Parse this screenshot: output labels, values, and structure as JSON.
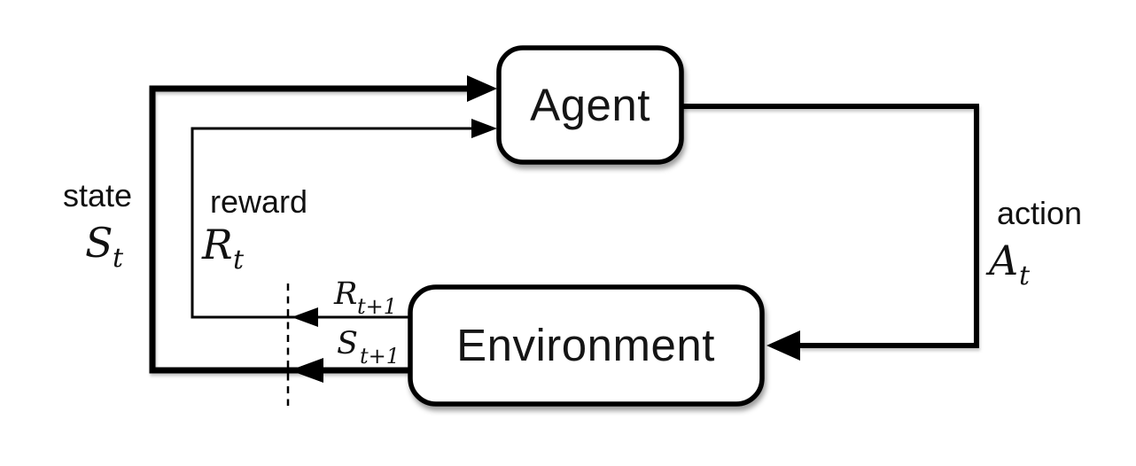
{
  "diagram": {
    "name": "agent-environment-interaction",
    "background_color": "#ffffff",
    "stroke_color": "#000000",
    "box_fill_color": "#ffffff",
    "nodes": {
      "agent": {
        "label": "Agent"
      },
      "environment": {
        "label": "Environment"
      }
    },
    "edges": {
      "state": {
        "word": "state",
        "symbol": "S",
        "subscript": "t"
      },
      "reward": {
        "word": "reward",
        "symbol": "R",
        "subscript": "t"
      },
      "action": {
        "word": "action",
        "symbol": "A",
        "subscript": "t"
      },
      "next_reward": {
        "symbol": "R",
        "subscript": "t+1"
      },
      "next_state": {
        "symbol": "S",
        "subscript": "t+1"
      }
    }
  }
}
